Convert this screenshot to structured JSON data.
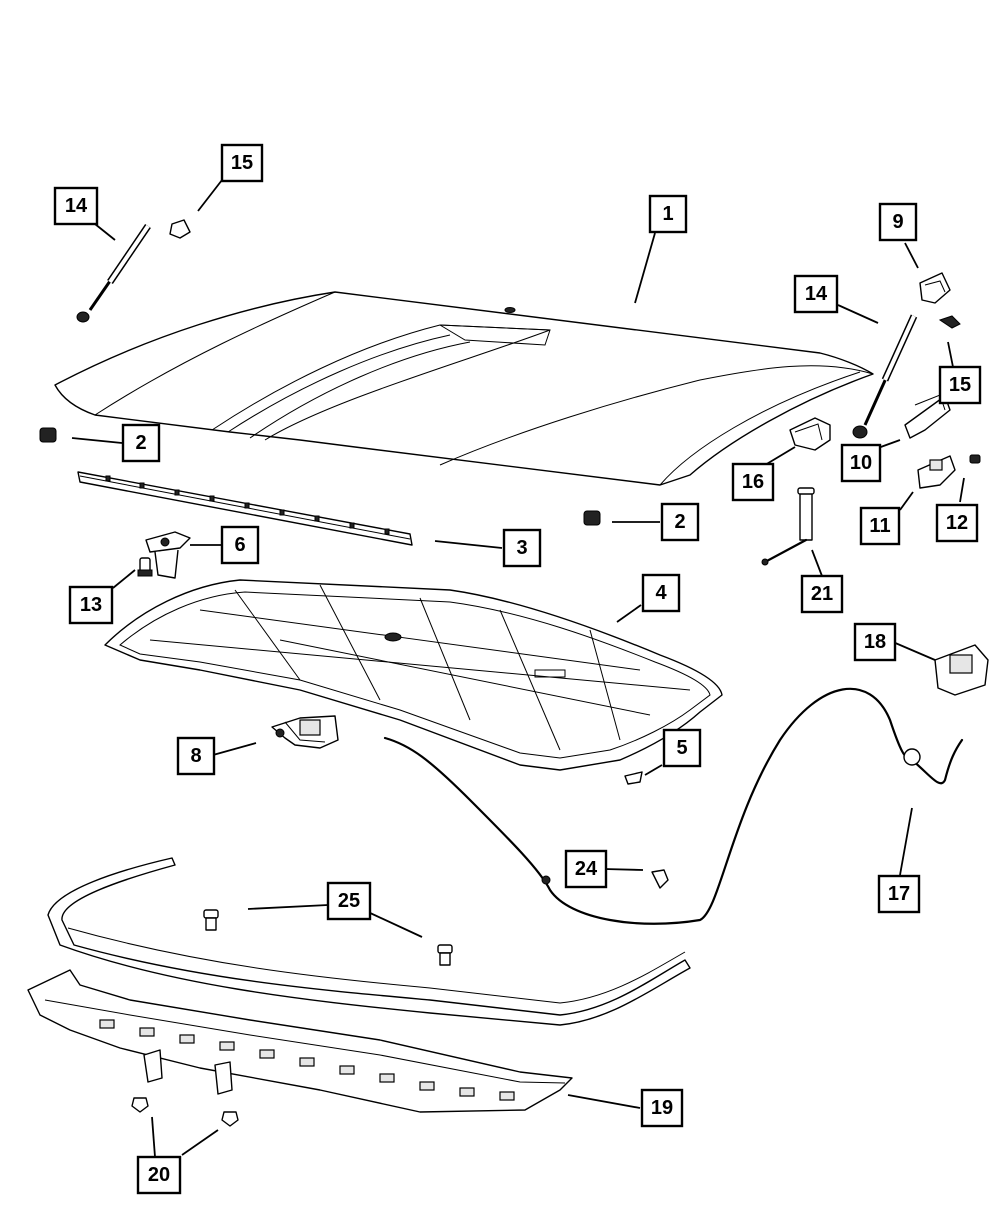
{
  "callouts": {
    "c1": "1",
    "c2a": "2",
    "c2b": "2",
    "c3": "3",
    "c4": "4",
    "c5": "5",
    "c6": "6",
    "c8": "8",
    "c9": "9",
    "c10": "10",
    "c11": "11",
    "c12": "12",
    "c13": "13",
    "c14a": "14",
    "c14b": "14",
    "c15a": "15",
    "c15b": "15",
    "c16": "16",
    "c17": "17",
    "c18": "18",
    "c19": "19",
    "c20": "20",
    "c21": "21",
    "c24": "24",
    "c25": "25"
  }
}
